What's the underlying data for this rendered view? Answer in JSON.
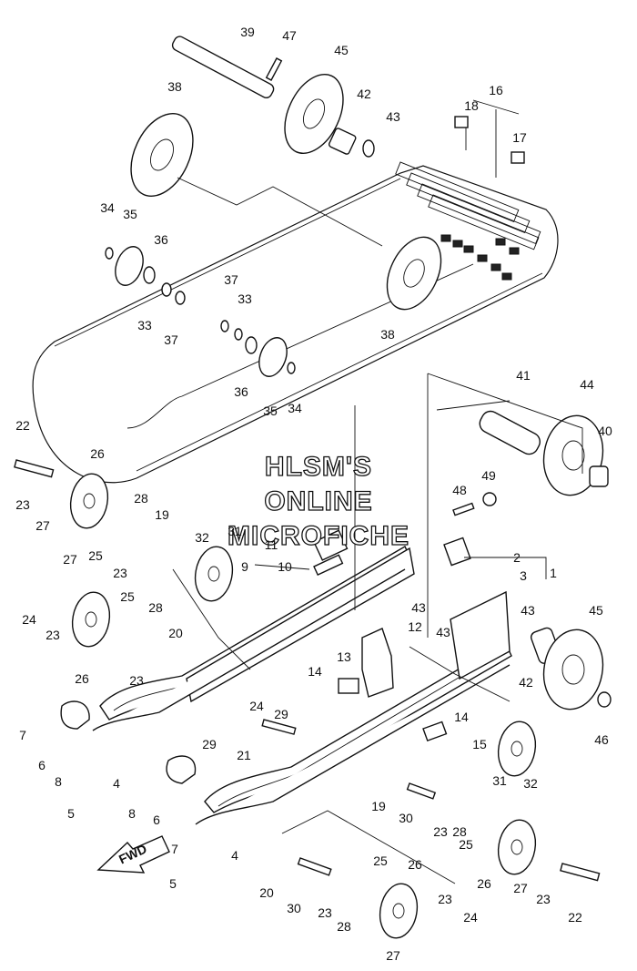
{
  "watermark": {
    "line1": "HLSM'S",
    "line2": "ONLINE",
    "line3": "MICROFICHE"
  },
  "fwd_label": "FWD",
  "callouts": [
    {
      "id": "c39",
      "text": "39"
    },
    {
      "id": "c47",
      "text": "47"
    },
    {
      "id": "c45a",
      "text": "45"
    },
    {
      "id": "c38a",
      "text": "38"
    },
    {
      "id": "c42a",
      "text": "42"
    },
    {
      "id": "c43a",
      "text": "43"
    },
    {
      "id": "c16",
      "text": "16"
    },
    {
      "id": "c18",
      "text": "18"
    },
    {
      "id": "c17",
      "text": "17"
    },
    {
      "id": "c34a",
      "text": "34"
    },
    {
      "id": "c35a",
      "text": "35"
    },
    {
      "id": "c36a",
      "text": "36"
    },
    {
      "id": "c33a",
      "text": "33"
    },
    {
      "id": "c37a",
      "text": "37"
    },
    {
      "id": "c37b",
      "text": "37"
    },
    {
      "id": "c33b",
      "text": "33"
    },
    {
      "id": "c38b",
      "text": "38"
    },
    {
      "id": "c36b",
      "text": "36"
    },
    {
      "id": "c35b",
      "text": "35"
    },
    {
      "id": "c34b",
      "text": "34"
    },
    {
      "id": "c41",
      "text": "41"
    },
    {
      "id": "c44",
      "text": "44"
    },
    {
      "id": "c40",
      "text": "40"
    },
    {
      "id": "c22a",
      "text": "22"
    },
    {
      "id": "c26a",
      "text": "26"
    },
    {
      "id": "c23a",
      "text": "23"
    },
    {
      "id": "c27a",
      "text": "27"
    },
    {
      "id": "c28a",
      "text": "28"
    },
    {
      "id": "c19a",
      "text": "19"
    },
    {
      "id": "c25a",
      "text": "25"
    },
    {
      "id": "c23b",
      "text": "23"
    },
    {
      "id": "c32a",
      "text": "32"
    },
    {
      "id": "c31a",
      "text": "31"
    },
    {
      "id": "c11",
      "text": "11"
    },
    {
      "id": "c9",
      "text": "9"
    },
    {
      "id": "c10",
      "text": "10"
    },
    {
      "id": "c48",
      "text": "48"
    },
    {
      "id": "c49",
      "text": "49"
    },
    {
      "id": "c2",
      "text": "2"
    },
    {
      "id": "c3",
      "text": "3"
    },
    {
      "id": "c1",
      "text": "1"
    },
    {
      "id": "c27b",
      "text": "27"
    },
    {
      "id": "c24a",
      "text": "24"
    },
    {
      "id": "c23c",
      "text": "23"
    },
    {
      "id": "c25b",
      "text": "25"
    },
    {
      "id": "c28b",
      "text": "28"
    },
    {
      "id": "c26b",
      "text": "26"
    },
    {
      "id": "c23d",
      "text": "23"
    },
    {
      "id": "c20a",
      "text": "20"
    },
    {
      "id": "c43b",
      "text": "43"
    },
    {
      "id": "c43c",
      "text": "43"
    },
    {
      "id": "c43d",
      "text": "43"
    },
    {
      "id": "c12",
      "text": "12"
    },
    {
      "id": "c13",
      "text": "13"
    },
    {
      "id": "c45b",
      "text": "45"
    },
    {
      "id": "c14a",
      "text": "14"
    },
    {
      "id": "c42b",
      "text": "42"
    },
    {
      "id": "c24b",
      "text": "24"
    },
    {
      "id": "c7a",
      "text": "7"
    },
    {
      "id": "c29a",
      "text": "29"
    },
    {
      "id": "c29b",
      "text": "29"
    },
    {
      "id": "c21",
      "text": "21"
    },
    {
      "id": "c46",
      "text": "46"
    },
    {
      "id": "c14b",
      "text": "14"
    },
    {
      "id": "c6a",
      "text": "6"
    },
    {
      "id": "c8a",
      "text": "8"
    },
    {
      "id": "c15",
      "text": "15"
    },
    {
      "id": "c4a",
      "text": "4"
    },
    {
      "id": "c5a",
      "text": "5"
    },
    {
      "id": "c31b",
      "text": "31"
    },
    {
      "id": "c32b",
      "text": "32"
    },
    {
      "id": "c8b",
      "text": "8"
    },
    {
      "id": "c6b",
      "text": "6"
    },
    {
      "id": "c19b",
      "text": "19"
    },
    {
      "id": "c30a",
      "text": "30"
    },
    {
      "id": "c23e",
      "text": "23"
    },
    {
      "id": "c28c",
      "text": "28"
    },
    {
      "id": "c25c",
      "text": "25"
    },
    {
      "id": "c7b",
      "text": "7"
    },
    {
      "id": "c4b",
      "text": "4"
    },
    {
      "id": "c5b",
      "text": "5"
    },
    {
      "id": "c20b",
      "text": "20"
    },
    {
      "id": "c30b",
      "text": "30"
    },
    {
      "id": "c26c",
      "text": "26"
    },
    {
      "id": "c25d",
      "text": "25"
    },
    {
      "id": "c26d",
      "text": "26"
    },
    {
      "id": "c23f",
      "text": "23"
    },
    {
      "id": "c28d",
      "text": "28"
    },
    {
      "id": "c27c",
      "text": "27"
    },
    {
      "id": "c23g",
      "text": "23"
    },
    {
      "id": "c22b",
      "text": "22"
    },
    {
      "id": "c23h",
      "text": "23"
    },
    {
      "id": "c24c",
      "text": "24"
    },
    {
      "id": "c27d",
      "text": "27"
    }
  ]
}
